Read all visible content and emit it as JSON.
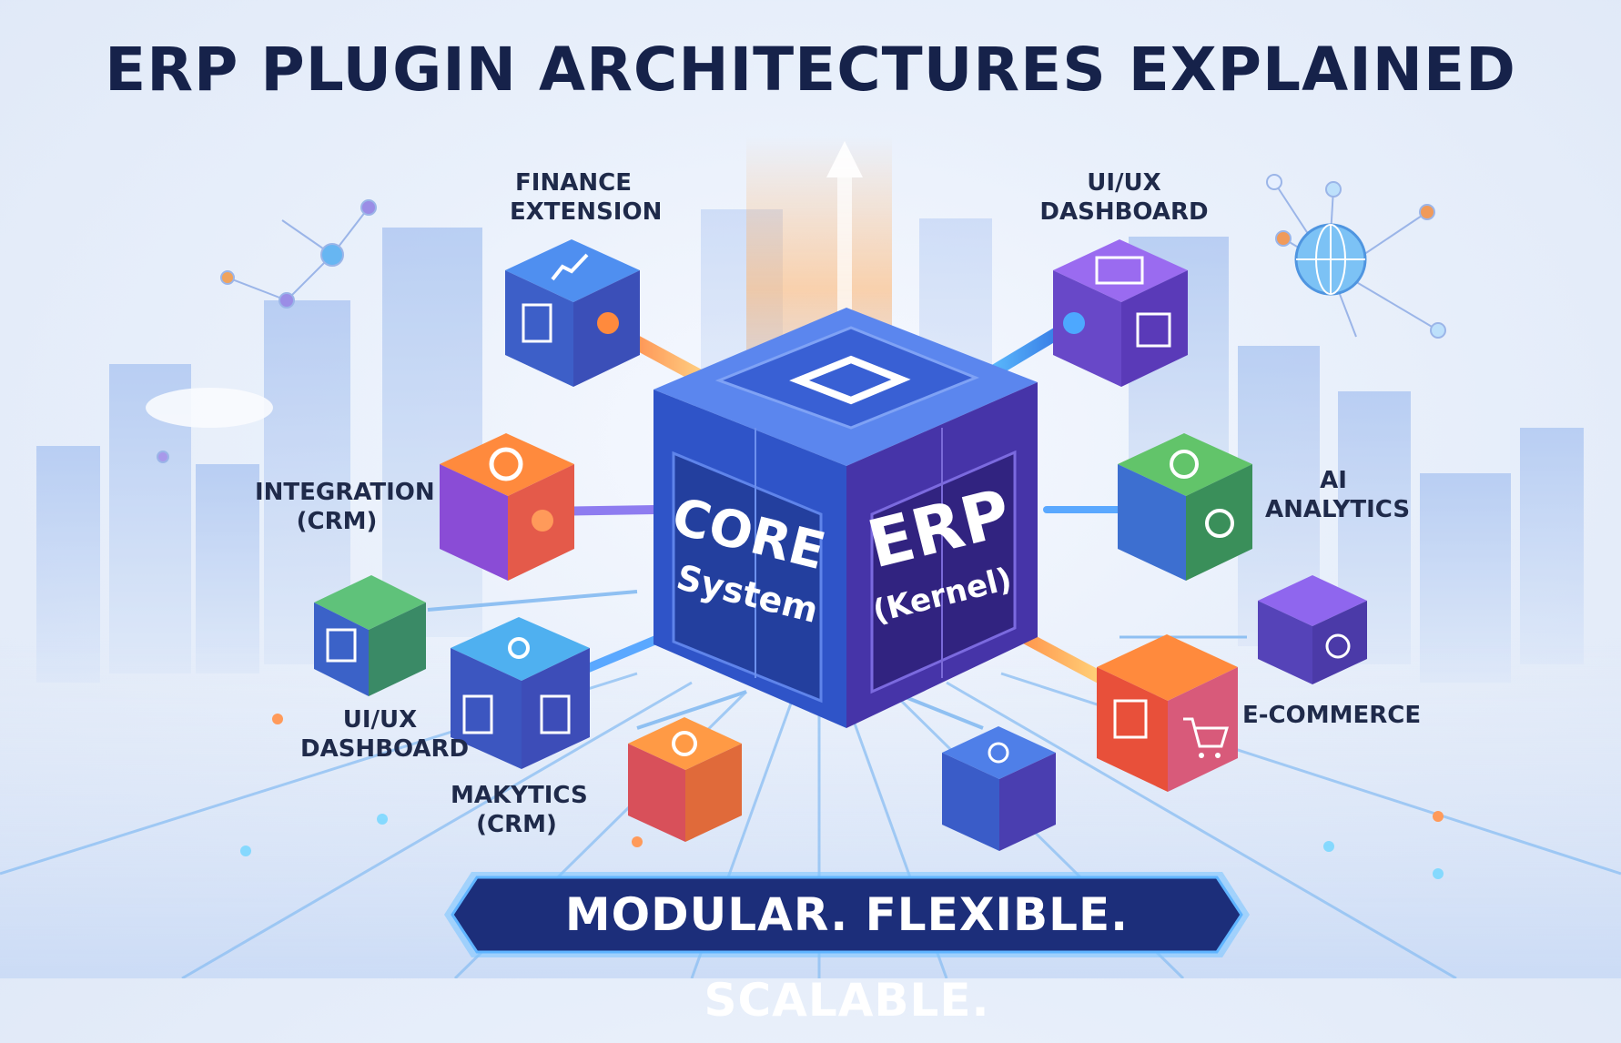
{
  "title": "ERP PLUGIN ARCHITECTURES EXPLAINED",
  "core": {
    "left_line1": "CORE",
    "left_line2": "System",
    "right_line1": "ERP",
    "right_line2": "(Kernel)"
  },
  "modules": [
    {
      "id": "finance",
      "line1": "FINANCE",
      "line2": "EXTENSION"
    },
    {
      "id": "uiux-top",
      "line1": "UI/UX",
      "line2": "DASHBOARD"
    },
    {
      "id": "integration",
      "line1": "INTEGRATION",
      "line2": "(CRM)"
    },
    {
      "id": "ai",
      "line1": "AI",
      "line2": "ANALYTICS"
    },
    {
      "id": "uiux-bottom",
      "line1": "UI/UX",
      "line2": "DASHBOARD"
    },
    {
      "id": "makytics",
      "line1": "MAKYTICS",
      "line2": "(CRM)"
    },
    {
      "id": "ecommerce",
      "line1": "E-COMMERCE",
      "line2": ""
    }
  ],
  "tagline": "MODULAR. FLEXIBLE. SCALABLE.",
  "colors": {
    "title": "#16224a",
    "core_left": "#2f54c8",
    "core_right": "#4634a8",
    "core_top": "#4f78e6",
    "banner": "#1c2e7a",
    "connector_orange": "#ff8a3d",
    "connector_blue": "#4da8ff"
  }
}
